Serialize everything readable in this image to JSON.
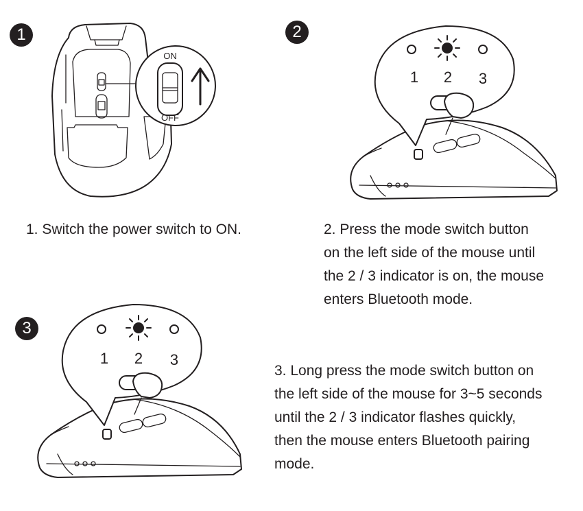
{
  "steps": [
    {
      "number": "1",
      "caption_lines": [
        "1. Switch the power switch to ON."
      ],
      "switch_on_label": "ON",
      "switch_off_label": "OFF"
    },
    {
      "number": "2",
      "caption_lines": [
        "2. Press the mode switch button",
        "on the left side of the mouse until",
        "the 2 / 3 indicator is on, the mouse",
        "enters Bluetooth mode."
      ],
      "indicator_labels": [
        "1",
        "2",
        "3"
      ],
      "lit_indicator": "2"
    },
    {
      "number": "3",
      "caption_lines": [
        "3. Long press the mode switch button on",
        "the left side of the mouse for 3~5 seconds",
        "until the 2 / 3 indicator flashes quickly,",
        "then the mouse enters Bluetooth pairing",
        "mode."
      ],
      "indicator_labels": [
        "1",
        "2",
        "3"
      ],
      "lit_indicator": "2"
    }
  ],
  "colors": {
    "ink": "#231f20",
    "background": "#ffffff"
  }
}
